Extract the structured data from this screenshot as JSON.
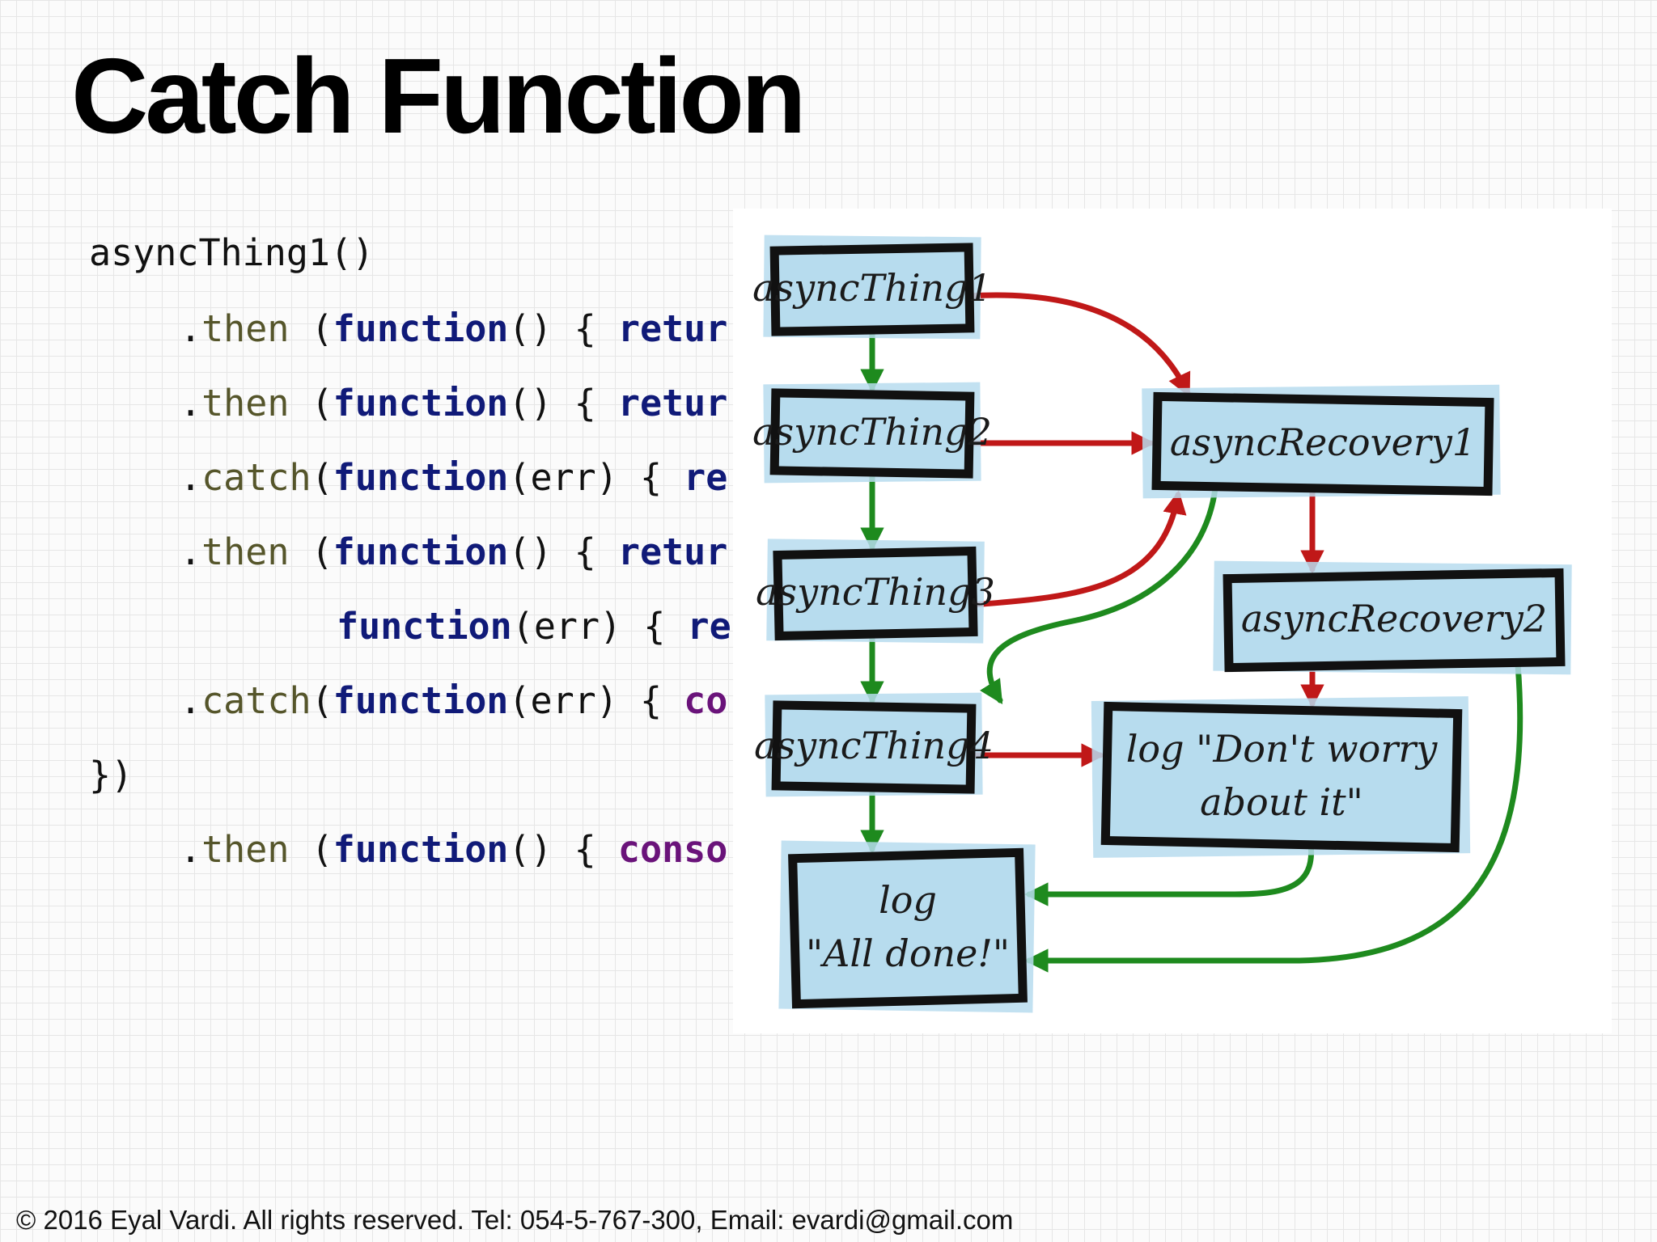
{
  "slide": {
    "title": "Catch Function",
    "footer": "© 2016 Eyal Vardi. All rights reserved. Tel: 054-5-767-300, Email: evardi@gmail.com"
  },
  "code": {
    "lines": [
      {
        "tokens": [
          {
            "text": "asyncThing1()",
            "style": "plain"
          }
        ]
      },
      {
        "tokens": [
          {
            "text": ".",
            "style": "plain"
          },
          {
            "text": "then",
            "style": "method"
          },
          {
            "text": " (",
            "style": "plain"
          },
          {
            "text": "function",
            "style": "kw"
          },
          {
            "text": "() { ",
            "style": "plain"
          },
          {
            "text": "retur",
            "style": "ret"
          }
        ]
      },
      {
        "tokens": [
          {
            "text": ".",
            "style": "plain"
          },
          {
            "text": "then",
            "style": "method"
          },
          {
            "text": " (",
            "style": "plain"
          },
          {
            "text": "function",
            "style": "kw"
          },
          {
            "text": "() { ",
            "style": "plain"
          },
          {
            "text": "retur",
            "style": "ret"
          }
        ]
      },
      {
        "tokens": [
          {
            "text": ".",
            "style": "plain"
          },
          {
            "text": "catch",
            "style": "method"
          },
          {
            "text": "(",
            "style": "plain"
          },
          {
            "text": "function",
            "style": "kw"
          },
          {
            "text": "(err) { ",
            "style": "plain"
          },
          {
            "text": "re",
            "style": "ret"
          }
        ]
      },
      {
        "tokens": [
          {
            "text": ".",
            "style": "plain"
          },
          {
            "text": "then",
            "style": "method"
          },
          {
            "text": " (",
            "style": "plain"
          },
          {
            "text": "function",
            "style": "kw"
          },
          {
            "text": "() { ",
            "style": "plain"
          },
          {
            "text": "retur",
            "style": "ret"
          }
        ]
      },
      {
        "tokens": [
          {
            "text": "function",
            "style": "kw"
          },
          {
            "text": "(err) { ",
            "style": "plain"
          },
          {
            "text": "re",
            "style": "ret"
          }
        ]
      },
      {
        "tokens": [
          {
            "text": ".",
            "style": "plain"
          },
          {
            "text": "catch",
            "style": "method"
          },
          {
            "text": "(",
            "style": "plain"
          },
          {
            "text": "function",
            "style": "kw"
          },
          {
            "text": "(err) { ",
            "style": "plain"
          },
          {
            "text": "co",
            "style": "purple"
          }
        ]
      },
      {
        "tokens": [
          {
            "text": "})",
            "style": "plain"
          }
        ]
      },
      {
        "tokens": [
          {
            "text": ".",
            "style": "plain"
          },
          {
            "text": "then",
            "style": "method"
          },
          {
            "text": " (",
            "style": "plain"
          },
          {
            "text": "function",
            "style": "kw"
          },
          {
            "text": "() { ",
            "style": "plain"
          },
          {
            "text": "conso",
            "style": "purple"
          }
        ]
      }
    ]
  },
  "diagram": {
    "nodes": [
      {
        "id": "t1",
        "lines": [
          "asyncThing1"
        ]
      },
      {
        "id": "t2",
        "lines": [
          "asyncThing2"
        ]
      },
      {
        "id": "t3",
        "lines": [
          "asyncThing3"
        ]
      },
      {
        "id": "t4",
        "lines": [
          "asyncThing4"
        ]
      },
      {
        "id": "done",
        "lines": [
          "log",
          "\"All done!\""
        ]
      },
      {
        "id": "r1",
        "lines": [
          "asyncRecovery1"
        ]
      },
      {
        "id": "r2",
        "lines": [
          "asyncRecovery2"
        ]
      },
      {
        "id": "worry",
        "lines": [
          "log \"Don't worry",
          "about it\""
        ]
      }
    ],
    "edges": [
      {
        "from": "t1",
        "to": "t2",
        "kind": "success"
      },
      {
        "from": "t2",
        "to": "t3",
        "kind": "success"
      },
      {
        "from": "t3",
        "to": "t4",
        "kind": "success"
      },
      {
        "from": "t4",
        "to": "done",
        "kind": "success"
      },
      {
        "from": "r1",
        "to": "t4",
        "kind": "success"
      },
      {
        "from": "worry",
        "to": "done",
        "kind": "success"
      },
      {
        "from": "r2",
        "to": "done",
        "kind": "success"
      },
      {
        "from": "t1",
        "to": "r1",
        "kind": "error"
      },
      {
        "from": "t2",
        "to": "r1",
        "kind": "error"
      },
      {
        "from": "t3",
        "to": "r1",
        "kind": "error"
      },
      {
        "from": "r1",
        "to": "r2",
        "kind": "error"
      },
      {
        "from": "r2",
        "to": "worry",
        "kind": "error"
      },
      {
        "from": "t4",
        "to": "worry",
        "kind": "error"
      }
    ],
    "colors": {
      "success": "#1e8a1e",
      "error": "#c01818",
      "box_fill": "#b7dcee",
      "box_border": "#111111"
    }
  }
}
